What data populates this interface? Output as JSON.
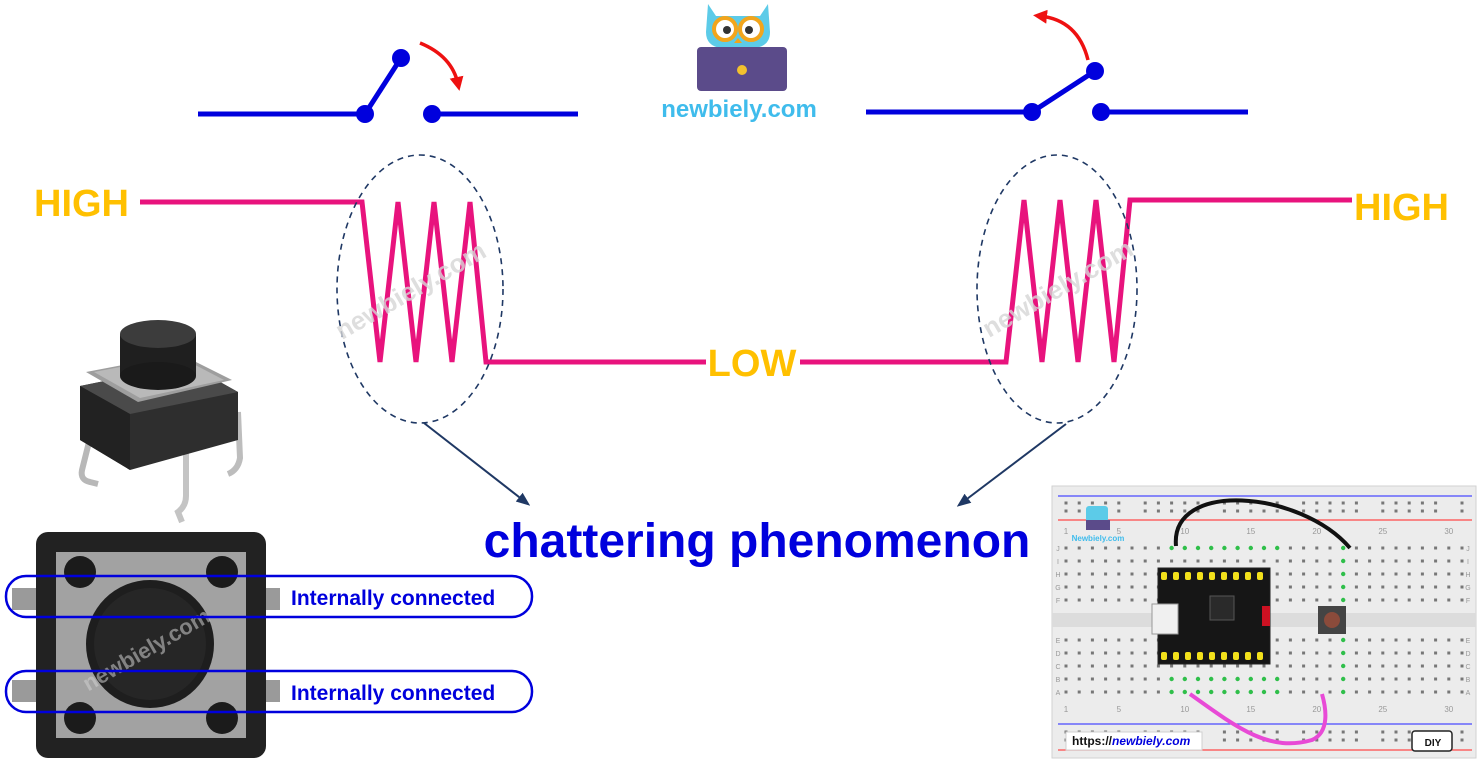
{
  "brand": {
    "site": "newbiely.com",
    "watermark": "newbiely.com",
    "url": "https://newbiely.com",
    "url_prefix": "https://",
    "url_host": "newbiely.com",
    "mini_logo": "Newbiely.com",
    "diy_badge": "DIY"
  },
  "signal": {
    "high_left": "HIGH",
    "high_right": "HIGH",
    "low": "LOW"
  },
  "caption": "chattering phenomenon",
  "button_pins": {
    "top": "Internally connected",
    "bottom": "Internally connected"
  },
  "breadboard": {
    "col_numbers": [
      "1",
      "5",
      "10",
      "15",
      "20",
      "25",
      "30"
    ],
    "row_letters_top": [
      "J",
      "I",
      "H",
      "G",
      "F"
    ],
    "row_letters_bottom": [
      "E",
      "D",
      "C",
      "B",
      "A"
    ]
  },
  "icons": {
    "switch_closing": "switch-closing-icon",
    "switch_opening": "switch-opening-icon",
    "owl_logo": "owl-laptop-logo-icon",
    "push_button_photo": "tactile-push-button-icon",
    "push_button_top": "push-button-top-view-icon"
  },
  "colors": {
    "wire": "#0000dd",
    "signal": "#e8137d",
    "level_label": "#ffc000",
    "caption": "#0000dd",
    "arrow": "#ee1111",
    "pointer": "#1f3864",
    "brand_text": "#3fbcec"
  }
}
